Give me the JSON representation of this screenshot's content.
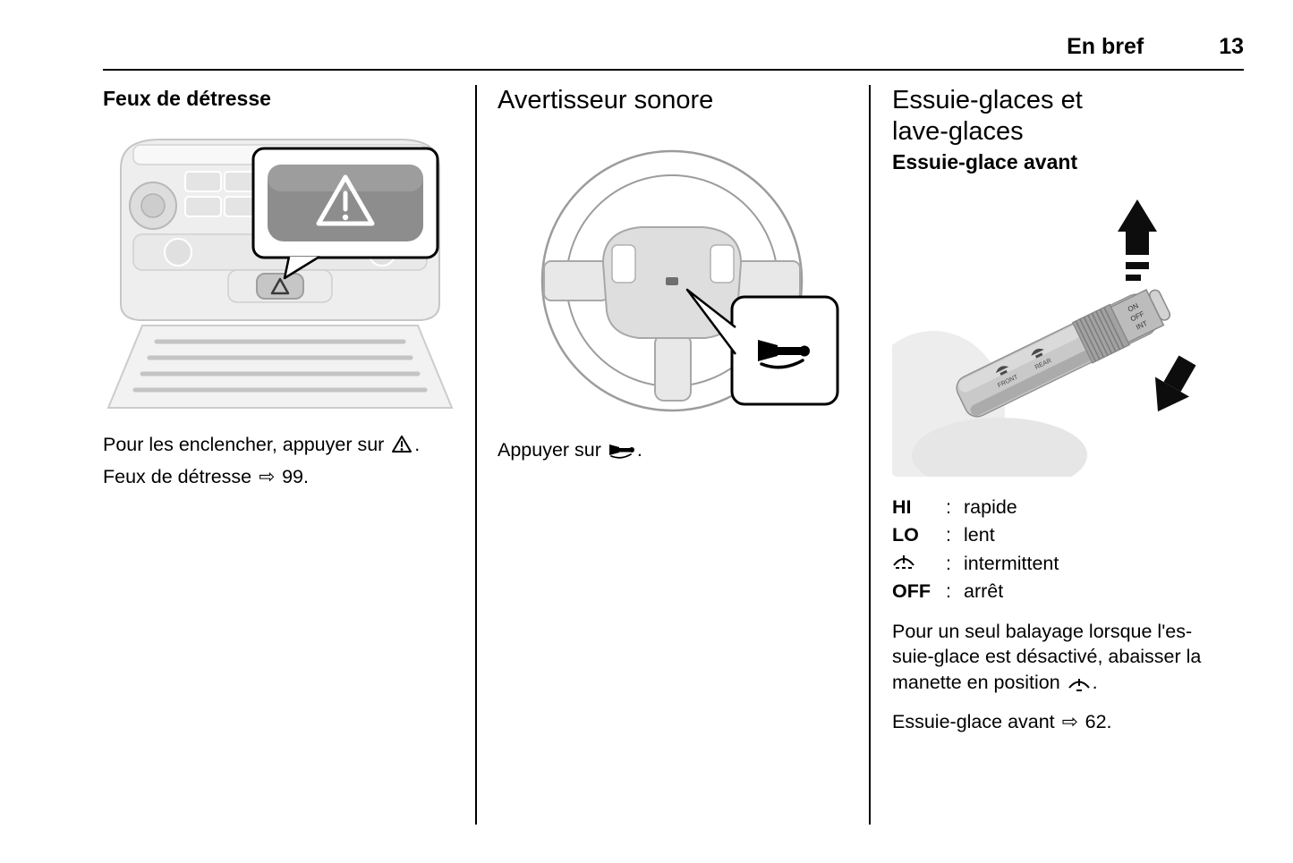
{
  "header": {
    "section": "En bref",
    "page_number": "13"
  },
  "refs": {
    "arrow": "⇨"
  },
  "colors": {
    "text": "#000000",
    "background": "#ffffff",
    "line_art_gray": "#c9c9c9",
    "dark_button_gray": "#8d8d8d"
  },
  "hazard": {
    "title": "Feux de détresse",
    "caption_before": "Pour les enclencher, appuyer sur ",
    "caption_after": ".",
    "ref_text": "Feux de détresse ",
    "ref_page": " 99."
  },
  "horn": {
    "title": "Avertisseur sonore",
    "caption_before": "Appuyer sur ",
    "caption_after": "."
  },
  "wipers": {
    "title_line1": "Essuie-glaces et",
    "title_line2": "lave-glaces",
    "subtitle": "Essuie-glace avant",
    "legend": [
      {
        "term": "HI",
        "colon": ":",
        "def": "rapide"
      },
      {
        "term": "LO",
        "colon": ":",
        "def": "lent"
      },
      {
        "icon": "wiper-intermittent-icon",
        "colon": ":",
        "def": "intermittent"
      },
      {
        "term": "OFF",
        "colon": ":",
        "def": "arrêt"
      }
    ],
    "para_line1": "Pour un seul balayage lorsque l'es-",
    "para_line2": "suie-glace est désactivé, abaisser la",
    "para_line3": "manette en position ",
    "para_after": ".",
    "ref_text": "Essuie-glace avant ",
    "ref_page": " 62.",
    "stalk_labels": {
      "on": "ON",
      "off": "OFF",
      "int": "INT",
      "front": "FRONT",
      "rear": "REAR"
    }
  }
}
